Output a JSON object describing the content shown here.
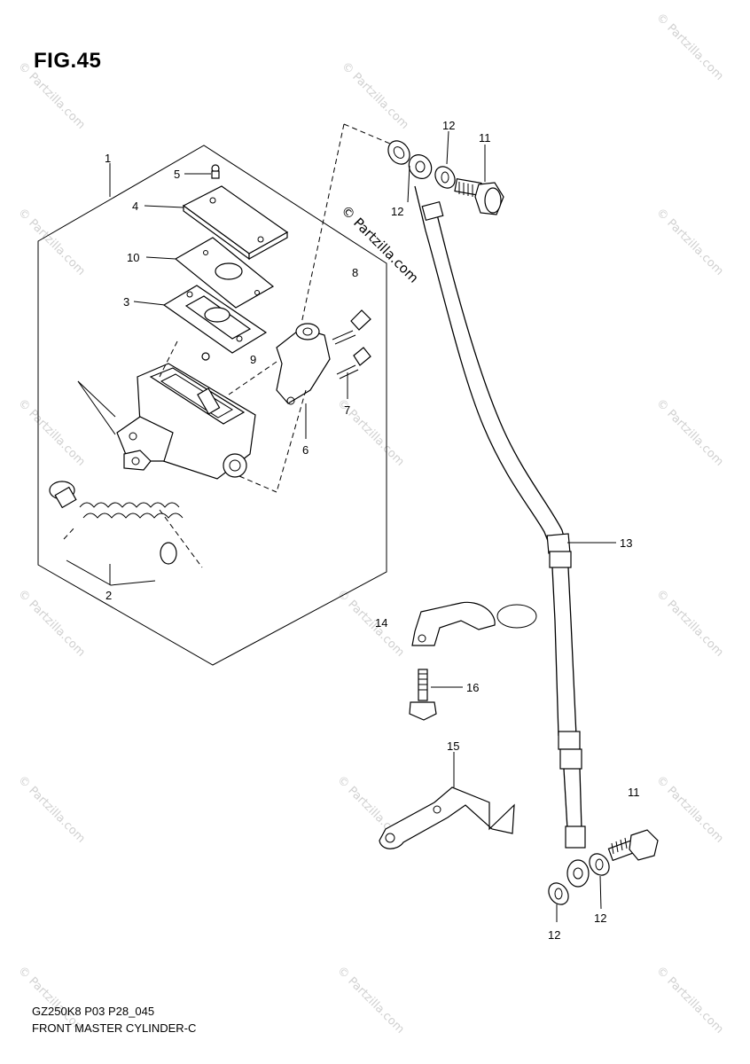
{
  "figure": {
    "title": "FIG.45",
    "code": "GZ250K8 P03 P28_045",
    "caption": "FRONT MASTER CYLINDER-C"
  },
  "watermark": {
    "main": "© Partzilla.com",
    "tile": "© Partzilla.com"
  },
  "callouts": {
    "c1": "1",
    "c2": "2",
    "c3": "3",
    "c4": "4",
    "c5": "5",
    "c6": "6",
    "c7": "7",
    "c8": "8",
    "c9": "9",
    "c10": "10",
    "c11a": "11",
    "c11b": "11",
    "c12a": "12",
    "c12b": "12",
    "c12c": "12",
    "c12d": "12",
    "c13": "13",
    "c14": "14",
    "c15": "15",
    "c16": "16"
  },
  "colors": {
    "line": "#000000",
    "background": "#ffffff",
    "watermark": "#d0d0d0"
  }
}
